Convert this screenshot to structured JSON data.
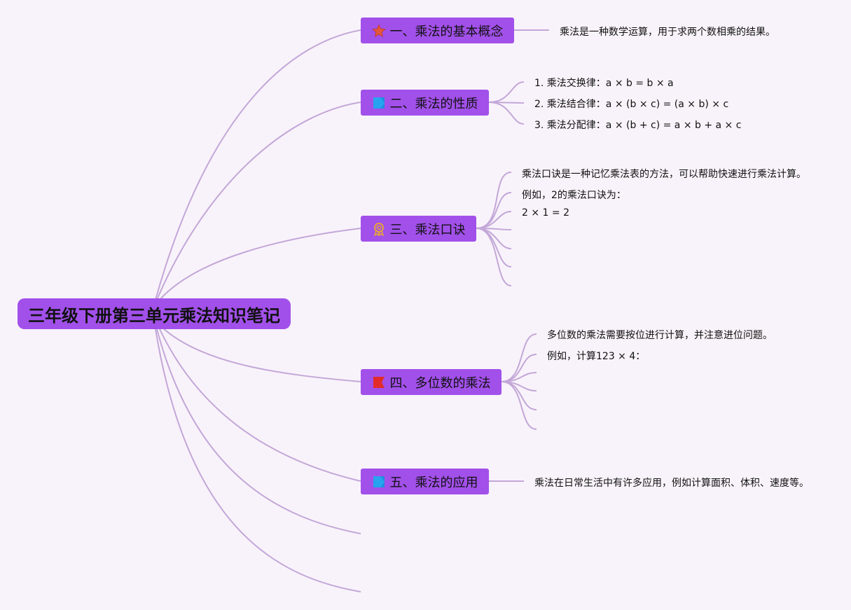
{
  "root": {
    "label": "三年级下册第三单元乘法知识笔记"
  },
  "colors": {
    "node_bg": "#a250ea",
    "line": "#c3a7d8",
    "background": "#f8f3fa"
  },
  "topics": [
    {
      "label": "一、乘法的基本概念",
      "icon": "star-icon",
      "leaves": [
        "乘法是一种数学运算，用于求两个数相乘的结果。"
      ]
    },
    {
      "label": "二、乘法的性质",
      "icon": "blue-flag-icon",
      "leaves": [
        "1. 乘法交换律：a × b = b × a",
        "2. 乘法结合律：a × (b × c) = (a × b) × c",
        "3. 乘法分配律：a × (b + c) = a × b + a × c"
      ]
    },
    {
      "label": "三、乘法口诀",
      "icon": "award-ribbon-icon",
      "leaves": [
        "乘法口诀是一种记忆乘法表的方法，可以帮助快速进行乘法计算。",
        "例如，2的乘法口诀为：",
        "2 × 1 = 2"
      ]
    },
    {
      "label": "四、多位数的乘法",
      "icon": "red-flag-icon",
      "leaves": [
        "多位数的乘法需要按位进行计算，并注意进位问题。",
        "例如，计算123 × 4："
      ]
    },
    {
      "label": "五、乘法的应用",
      "icon": "blue-flag-icon",
      "leaves": [
        "乘法在日常生活中有许多应用，例如计算面积、体积、速度等。"
      ]
    }
  ]
}
